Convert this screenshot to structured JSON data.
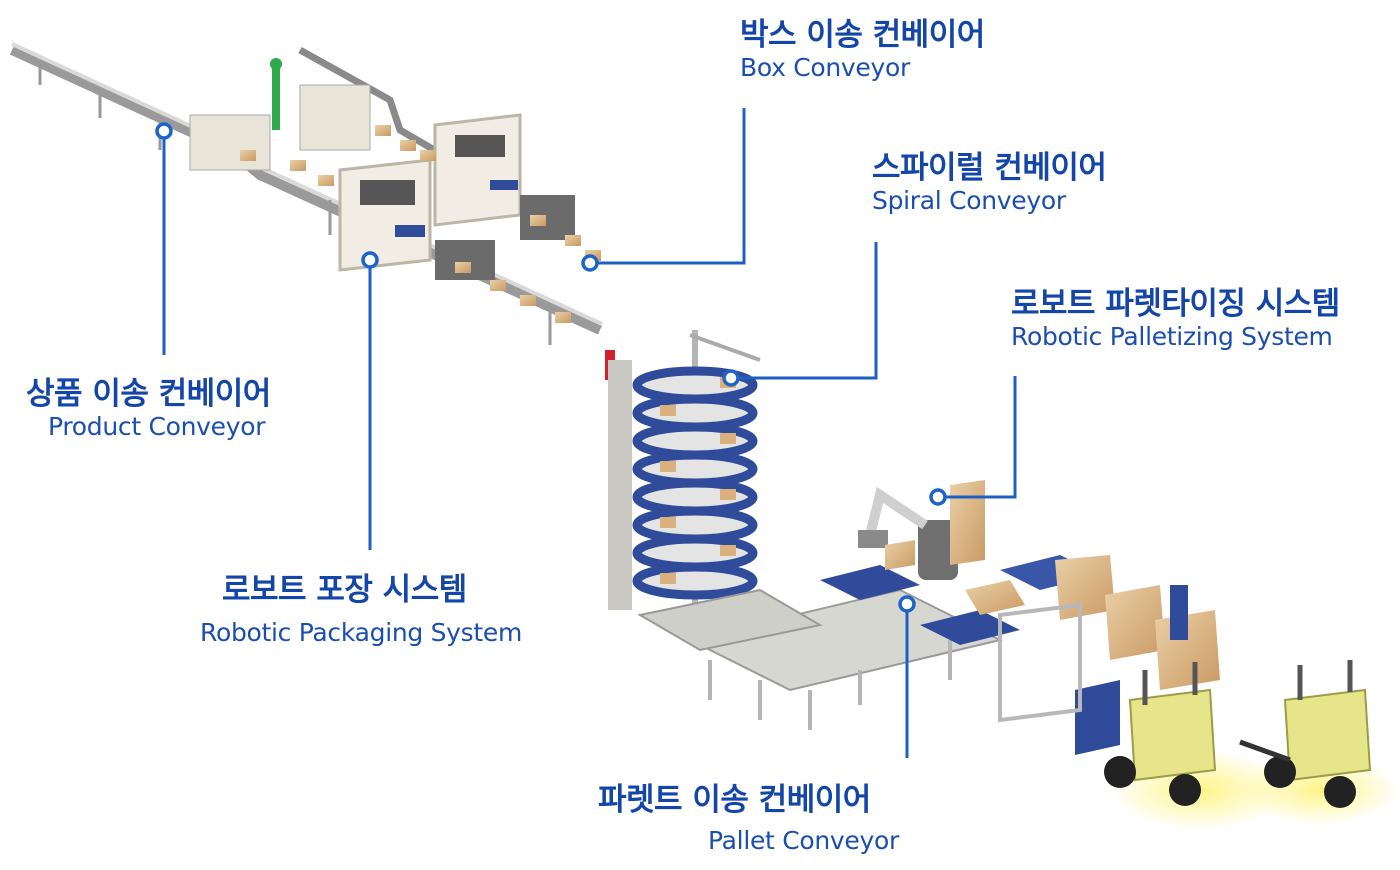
{
  "labels": {
    "box_conveyor": {
      "ko": "박스 이송 컨베이어",
      "en": "Box Conveyor"
    },
    "spiral_conveyor": {
      "ko": "스파이럴 컨베이어",
      "en": "Spiral Conveyor"
    },
    "robotic_palletizing": {
      "ko": "로보트 파렛타이징 시스템",
      "en": "Robotic Palletizing System"
    },
    "product_conveyor": {
      "ko": "상품 이송 컨베이어",
      "en": "Product Conveyor"
    },
    "robotic_packaging": {
      "ko": "로보트 포장 시스템",
      "en": "Robotic Packaging System"
    },
    "pallet_conveyor": {
      "ko": "파렛트 이송 컨베이어",
      "en": "Pallet Conveyor"
    }
  },
  "colors": {
    "accent": "#1e5fc4",
    "label_text": "#1346a8",
    "box": "#d9b07e",
    "frame": "#c9c3b6",
    "spiral": "#2f4b9a",
    "forklift": "#e6e58a"
  }
}
